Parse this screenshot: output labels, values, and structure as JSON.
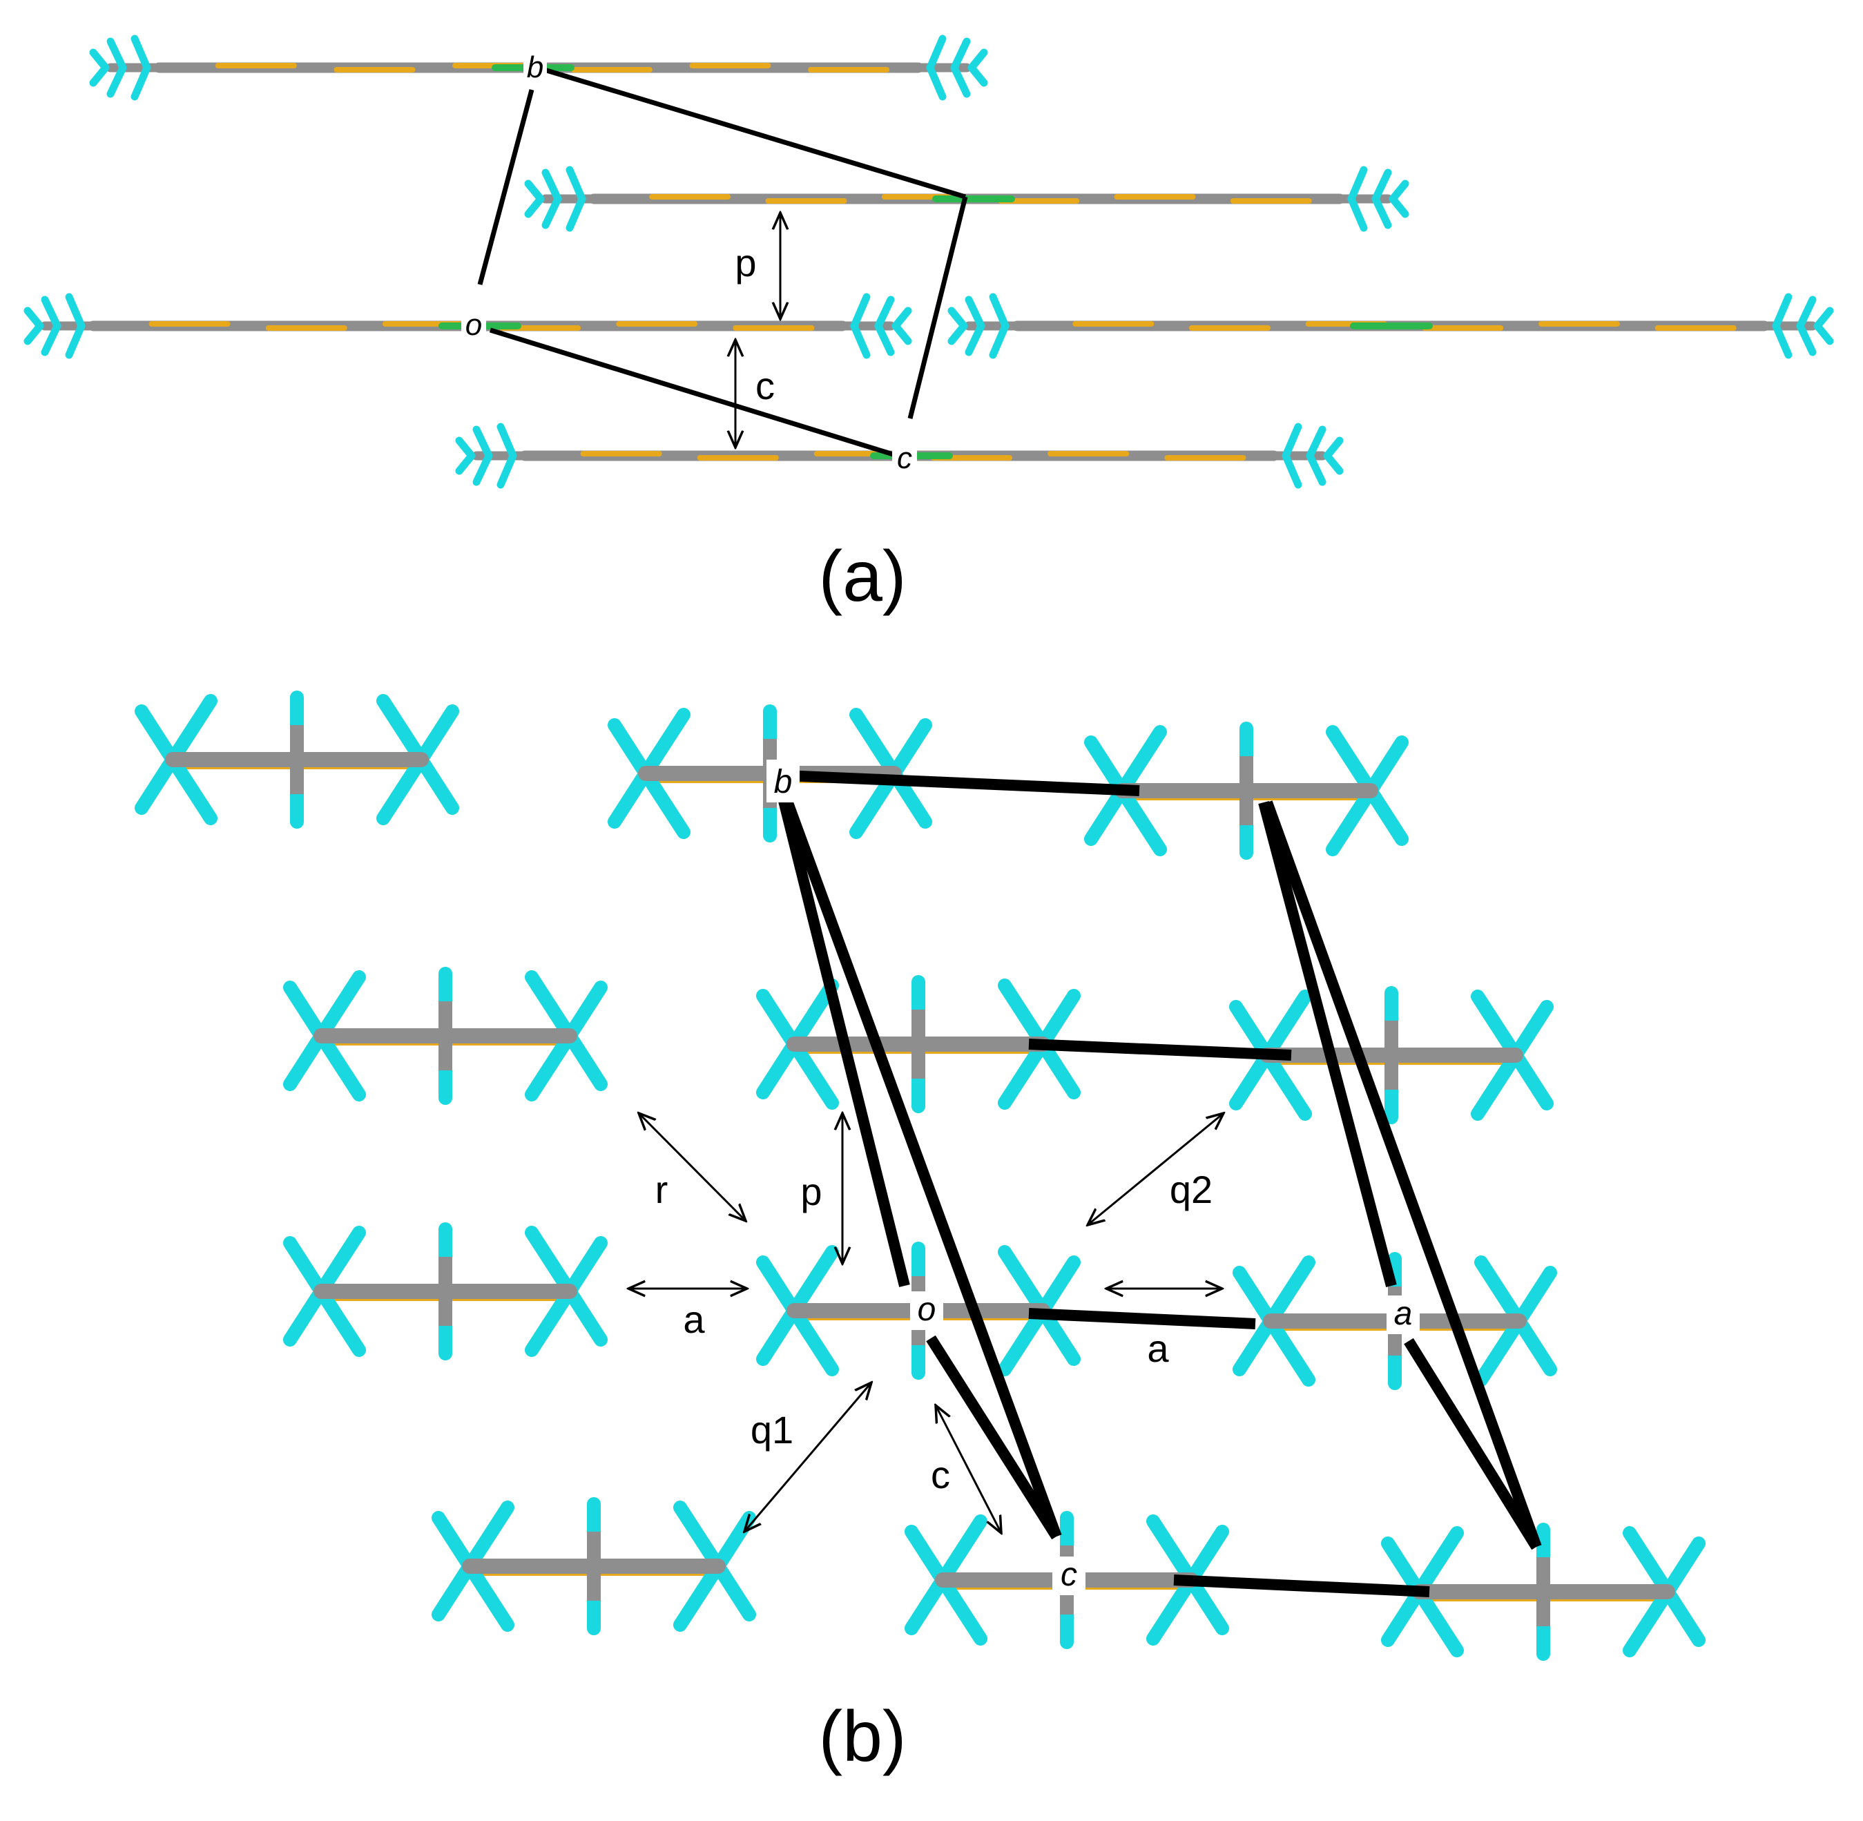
{
  "colors": {
    "carbon": "#8e8e8e",
    "sulfur": "#e8a81c",
    "fluorine": "#19d8e0",
    "green": "#2bb84f",
    "cell": "#000000"
  },
  "panel_a": {
    "caption": "(a)",
    "axis_labels": {
      "b": "b",
      "o": "o",
      "c": "c"
    },
    "arrow_labels": {
      "p": "p",
      "c": "c"
    }
  },
  "panel_b": {
    "caption": "(b)",
    "axis_labels": {
      "b": "b",
      "o": "o",
      "a": "a",
      "c": "c"
    },
    "arrow_labels": {
      "r": "r",
      "p": "p",
      "q2": "q2",
      "a_left": "a",
      "a_right": "a",
      "q1": "q1",
      "c": "c"
    }
  }
}
